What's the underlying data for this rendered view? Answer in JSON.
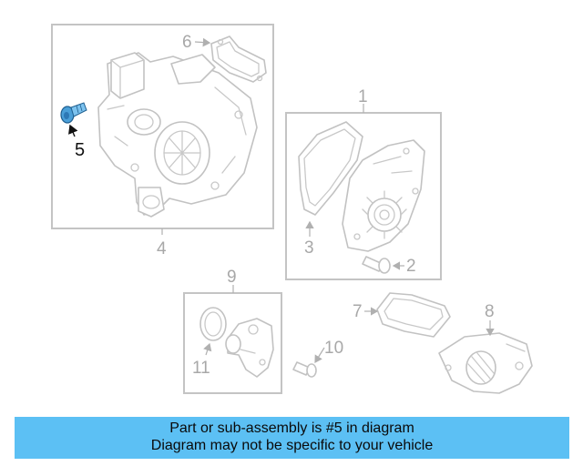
{
  "diagram": {
    "highlighted_part": "5",
    "callouts": {
      "p1": "1",
      "p2": "2",
      "p3": "3",
      "p4": "4",
      "p5": "5",
      "p6": "6",
      "p7": "7",
      "p8": "8",
      "p9": "9",
      "p10": "10",
      "p11": "11"
    }
  },
  "colors": {
    "banner_background": "#5cc0f4",
    "highlight_part": "#4a9fd8",
    "line_art": "#c2c2c2"
  },
  "banner": {
    "line1": "Part or sub-assembly is #5 in diagram",
    "line2": "Diagram may not be specific to your vehicle"
  }
}
